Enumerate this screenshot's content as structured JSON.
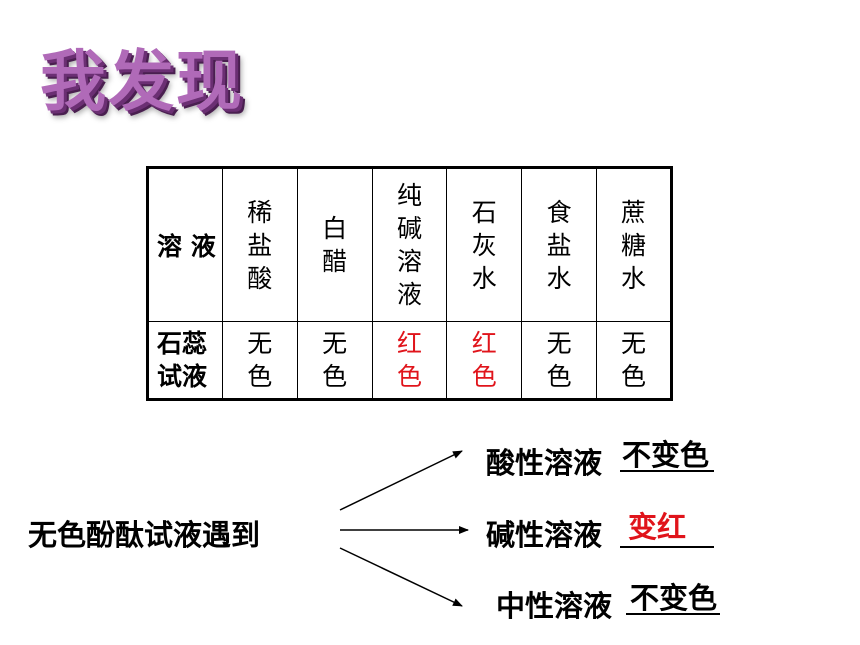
{
  "title": "我发现",
  "table": {
    "header_label": "溶 液",
    "columns": [
      "稀盐酸",
      "白醋",
      "纯碱溶液",
      "石灰水",
      "食盐水",
      "蔗糖水"
    ],
    "row_label": "石蕊试液",
    "values": [
      "无色",
      "无色",
      "红色",
      "红色",
      "无色",
      "无色"
    ]
  },
  "conclusion": {
    "subject": "无色酚酞试液遇到",
    "branches": [
      {
        "solution": "酸性溶液",
        "result": "不变色"
      },
      {
        "solution": "碱性溶液",
        "result": "变红"
      },
      {
        "solution": "中性溶液",
        "result": "不变色"
      }
    ]
  },
  "colors": {
    "title": "#b06ab8",
    "highlight": "#e0141b",
    "text": "#000000"
  }
}
